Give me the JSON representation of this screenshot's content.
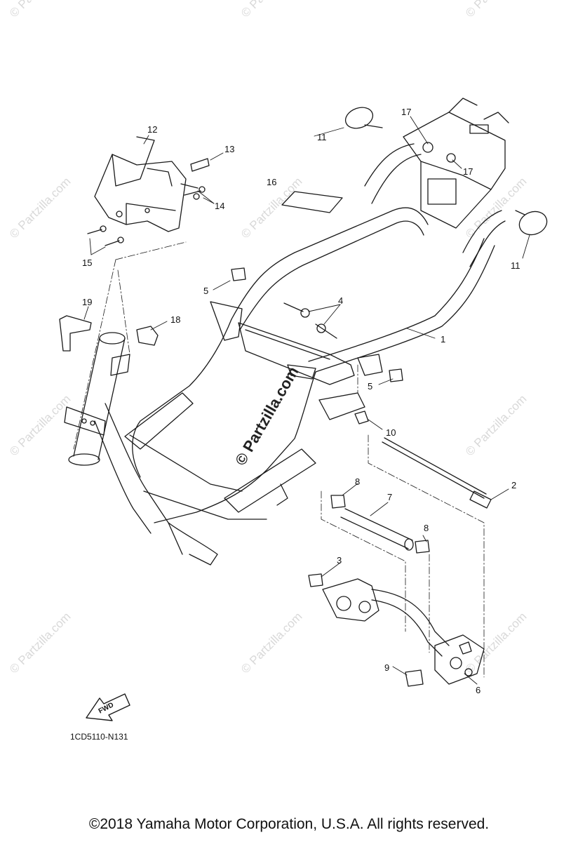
{
  "watermark": "© Partzilla.com",
  "center_watermark": "© Partzilla.com",
  "fwd_label": "FWD",
  "diagram_code": "1CD5110-N131",
  "copyright": "©2018  Yamaha Motor Corporation, U.S.A. All rights reserved.",
  "callouts": {
    "c12": "12",
    "c13": "13",
    "c14": "14",
    "c15": "15",
    "c16": "16",
    "c17a": "17",
    "c17b": "17",
    "c11a": "11",
    "c11b": "11",
    "c5a": "5",
    "c5b": "5",
    "c4": "4",
    "c1": "1",
    "c19": "19",
    "c18": "18",
    "c10": "10",
    "c2": "2",
    "c8a": "8",
    "c8b": "8",
    "c7": "7",
    "c3": "3",
    "c9": "9",
    "c6": "6"
  }
}
